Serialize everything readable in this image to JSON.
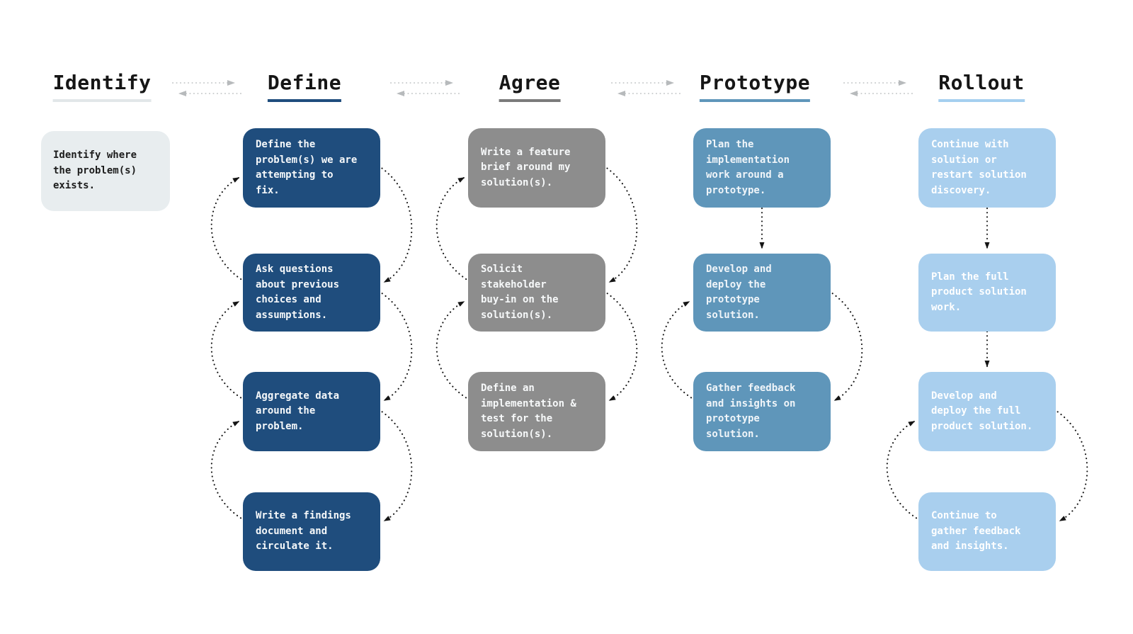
{
  "diagram": {
    "stages": [
      {
        "name": "Identify",
        "underline_color": "#e2e7e9",
        "box_color": "#e8edef",
        "text_color": "#1c1c1c",
        "boxes": [
          "Identify where\nthe problem(s)\nexists."
        ]
      },
      {
        "name": "Define",
        "underline_color": "#1f4d7d",
        "box_color": "#1f4d7d",
        "text_color": "#f5f8fa",
        "boxes": [
          "Define the\nproblem(s) we are\nattempting to\nfix.",
          "Ask questions\nabout previous\nchoices and\nassumptions.",
          "Aggregate data\naround the\nproblem.",
          "Write a findings\ndocument and\ncirculate it."
        ]
      },
      {
        "name": "Agree",
        "underline_color": "#7b7b7b",
        "box_color": "#8d8d8d",
        "text_color": "#f7f9fa",
        "boxes": [
          "Write a feature\nbrief around my\nsolution(s).",
          "Solicit\nstakeholder\nbuy-in on the\nsolution(s).",
          "Define an\nimplementation &\ntest for the\nsolution(s)."
        ]
      },
      {
        "name": "Prototype",
        "underline_color": "#5f96ba",
        "box_color": "#5f96ba",
        "text_color": "#f0f5f9",
        "boxes": [
          "Plan the\nimplementation\nwork around a\nprototype.",
          "Develop and\ndeploy the\nprototype\nsolution.",
          "Gather feedback\nand insights on\nprototype\nsolution."
        ]
      },
      {
        "name": "Rollout",
        "underline_color": "#a5cfef",
        "box_color": "#a9cfee",
        "text_color": "#ffffff",
        "boxes": [
          "Continue with\nsolution or\nrestart solution\ndiscovery.",
          "Plan the full\nproduct solution\nwork.",
          "Develop and\ndeploy the full\nproduct solution.",
          "Continue to\ngather feedback\nand insights."
        ]
      }
    ],
    "arrow_colors": {
      "stage_to_stage_dotted": "#c9cccd",
      "loop_dotted": "#161616"
    }
  }
}
